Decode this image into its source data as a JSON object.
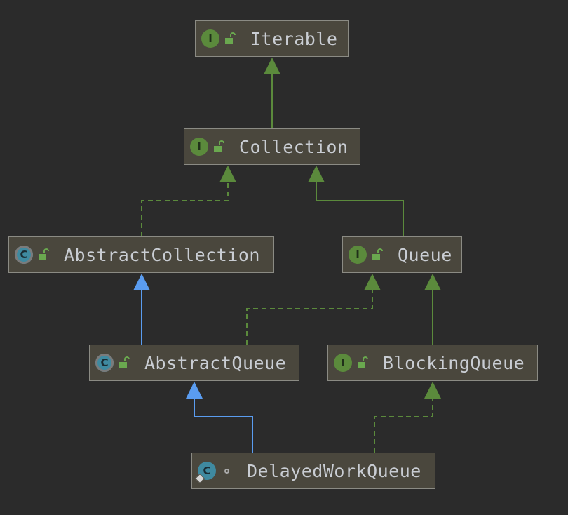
{
  "nodes": [
    {
      "id": "iterable",
      "label": "Iterable",
      "kind": "interface",
      "kind_letter": "I",
      "visibility": "public"
    },
    {
      "id": "collection",
      "label": "Collection",
      "kind": "interface",
      "kind_letter": "I",
      "visibility": "public"
    },
    {
      "id": "abstract-collection",
      "label": "AbstractCollection",
      "kind": "abstract-class",
      "kind_letter": "C",
      "visibility": "public"
    },
    {
      "id": "queue",
      "label": "Queue",
      "kind": "interface",
      "kind_letter": "I",
      "visibility": "public"
    },
    {
      "id": "abstract-queue",
      "label": "AbstractQueue",
      "kind": "abstract-class",
      "kind_letter": "C",
      "visibility": "public"
    },
    {
      "id": "blocking-queue",
      "label": "BlockingQueue",
      "kind": "interface",
      "kind_letter": "I",
      "visibility": "public"
    },
    {
      "id": "delayed-work-queue",
      "label": "DelayedWorkQueue",
      "kind": "class",
      "kind_letter": "C",
      "visibility": "package-private"
    }
  ],
  "edges": [
    {
      "from": "collection",
      "to": "iterable",
      "relation": "extends"
    },
    {
      "from": "abstract-collection",
      "to": "collection",
      "relation": "implements"
    },
    {
      "from": "queue",
      "to": "collection",
      "relation": "extends"
    },
    {
      "from": "abstract-queue",
      "to": "abstract-collection",
      "relation": "class-extends"
    },
    {
      "from": "abstract-queue",
      "to": "queue",
      "relation": "implements"
    },
    {
      "from": "blocking-queue",
      "to": "queue",
      "relation": "extends"
    },
    {
      "from": "delayed-work-queue",
      "to": "abstract-queue",
      "relation": "class-extends"
    },
    {
      "from": "delayed-work-queue",
      "to": "blocking-queue",
      "relation": "implements"
    }
  ],
  "colors": {
    "background": "#2b2b2b",
    "node_fill": "#4a473d",
    "node_border": "#8b8b84",
    "text": "#c9cdd3",
    "interface_edge": "#5b8a3c",
    "class_extends_edge": "#5a9cf0",
    "interface_badge": "#5b8a3c",
    "class_badge": "#3f8aa0",
    "lock_icon": "#6aa84f"
  }
}
